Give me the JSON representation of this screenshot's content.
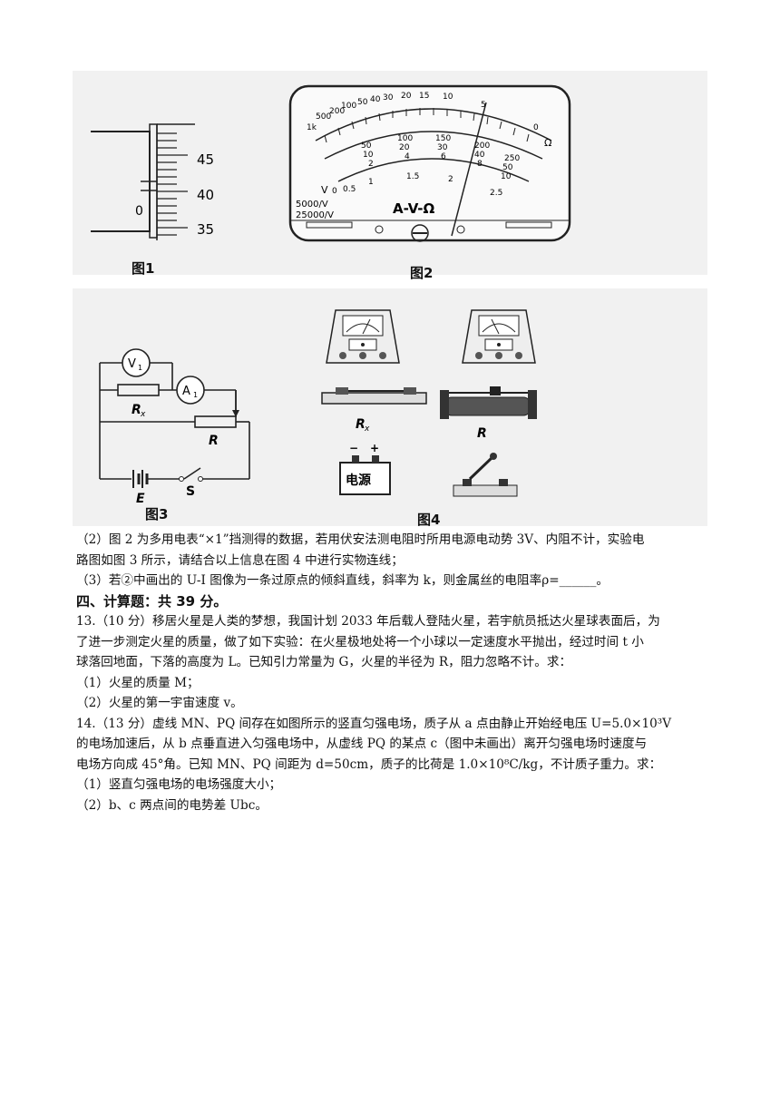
{
  "figures": {
    "fig1": {
      "caption": "图1",
      "scale_labels": [
        "45",
        "40",
        "35"
      ],
      "vernier_zero": "0"
    },
    "fig2": {
      "caption": "图2",
      "ohm_scale": [
        "1k",
        "500",
        "200",
        "100",
        "50",
        "40",
        "30",
        "20",
        "15",
        "10",
        "5",
        "0"
      ],
      "ohm_symbol": "Ω",
      "dc_scale": [
        "50",
        "100",
        "150",
        "200",
        "250"
      ],
      "dc_scale2": [
        "10",
        "20",
        "30",
        "40",
        "50"
      ],
      "dc_scale3": [
        "2",
        "4",
        "6",
        "8",
        "10"
      ],
      "ac_scale": [
        "0",
        "0.5",
        "1",
        "1.5",
        "2",
        "2.5"
      ],
      "v_symbol": "V",
      "sens1": "5000/V",
      "sens2": "25000/V",
      "brand": "A-V-Ω"
    },
    "fig3": {
      "caption": "图3",
      "voltmeter": "V",
      "voltmeter_sub": "1",
      "ammeter": "A",
      "ammeter_sub": "1",
      "resistor_x": "R",
      "resistor_x_sub": "x",
      "rheostat": "R",
      "battery": "E",
      "switch": "S"
    },
    "fig4": {
      "caption": "图4",
      "resistor_x": "R",
      "resistor_x_sub": "x",
      "rheostat": "R",
      "power_label": "电源",
      "minus": "−",
      "plus": "+"
    }
  },
  "paragraphs": {
    "q2_line1": "（2）图 2 为多用电表“×1”挡测得的数据，若用伏安法测电阻时所用电源电动势 3V、内阻不计，实验电",
    "q2_line2": "路图如图 3 所示，请结合以上信息在图 4 中进行实物连线；",
    "q3_line": "（3）若②中画出的  U-I 图像为一条过原点的倾斜直线，斜率为 k，则金属丝的电阻率ρ=______。",
    "section_heading": "四、计算题：共 39 分。",
    "q13_line1": "13.（10 分）移居火星是人类的梦想，我国计划  2033 年后载人登陆火星，若宇航员抵达火星球表面后，为",
    "q13_line2": "了进一步测定火星的质量，做了如下实验：在火星极地处将一个小球以一定速度水平抛出，经过时间  t 小",
    "q13_line3": "球落回地面，下落的高度为 L。已知引力常量为 G，火星的半径为 R，阻力忽略不计。求：",
    "q13_sub1": "（1）火星的质量  M；",
    "q13_sub2": "（2）火星的第一宇宙速度 v。",
    "q14_line1": "14.（13 分）虚线  MN、PQ 间存在如图所示的竖直匀强电场，质子从 a 点由静止开始经电压  U=5.0×10³V",
    "q14_line2": "的电场加速后，从 b 点垂直进入匀强电场中，从虚线  PQ 的某点 c（图中未画出）离开匀强电场时速度与",
    "q14_line3": "电场方向成 45°角。已知  MN、PQ 间距为 d=50cm，质子的比荷是 1.0×10⁸C/kg，不计质子重力。求：",
    "q14_sub1": "（1）竖直匀强电场的电场强度大小；",
    "q14_sub2": "（2）b、c 两点间的电势差  Ubc。"
  }
}
